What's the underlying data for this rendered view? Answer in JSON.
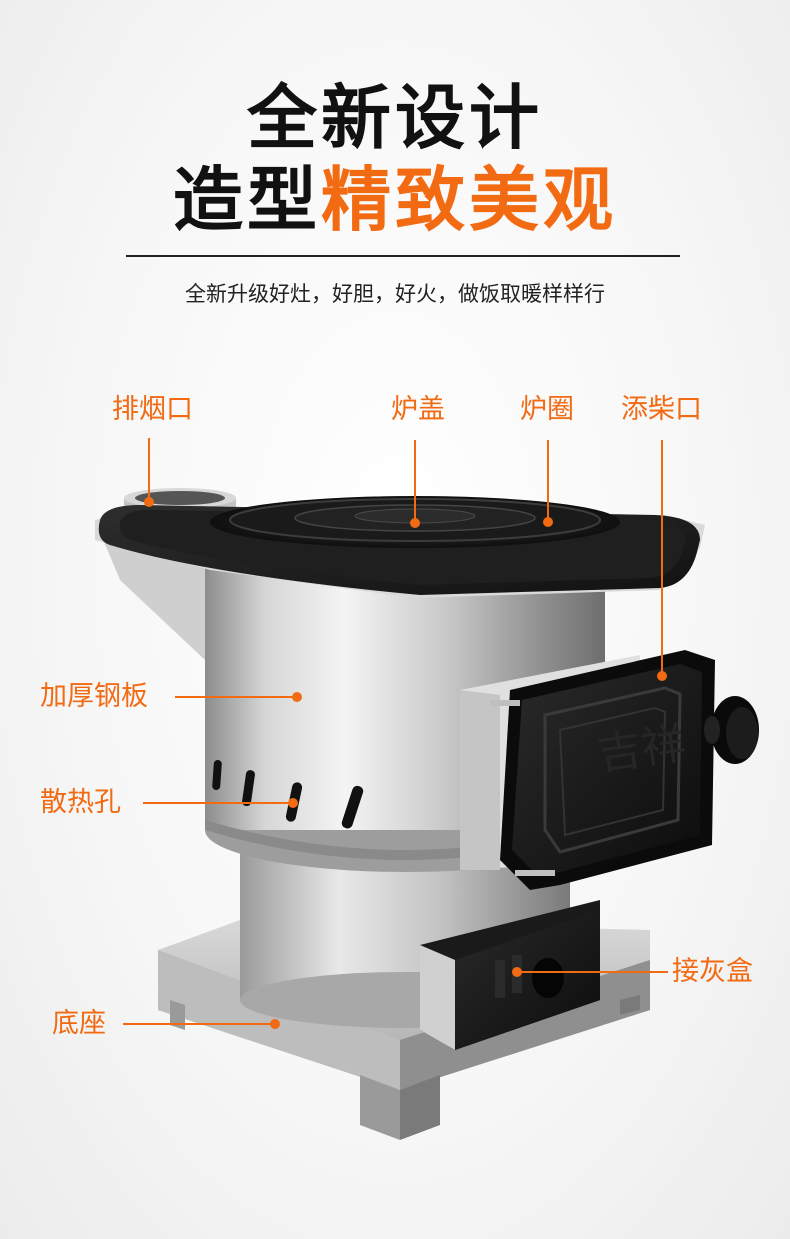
{
  "heading": {
    "line1": "全新设计",
    "line2_black": "造型",
    "line2_orange": "精致美观",
    "subtitle": "全新升级好灶，好胆，好火，做饭取暖样样行"
  },
  "callouts": {
    "chimney": "排烟口",
    "lid": "炉盖",
    "ring": "炉圈",
    "fuel_door": "添柴口",
    "steel_plate": "加厚钢板",
    "vents": "散热孔",
    "base": "底座",
    "ash_box": "接灰盒"
  },
  "door_emblem": "吉祥",
  "colors": {
    "accent": "#f26a12",
    "text": "#111111"
  }
}
